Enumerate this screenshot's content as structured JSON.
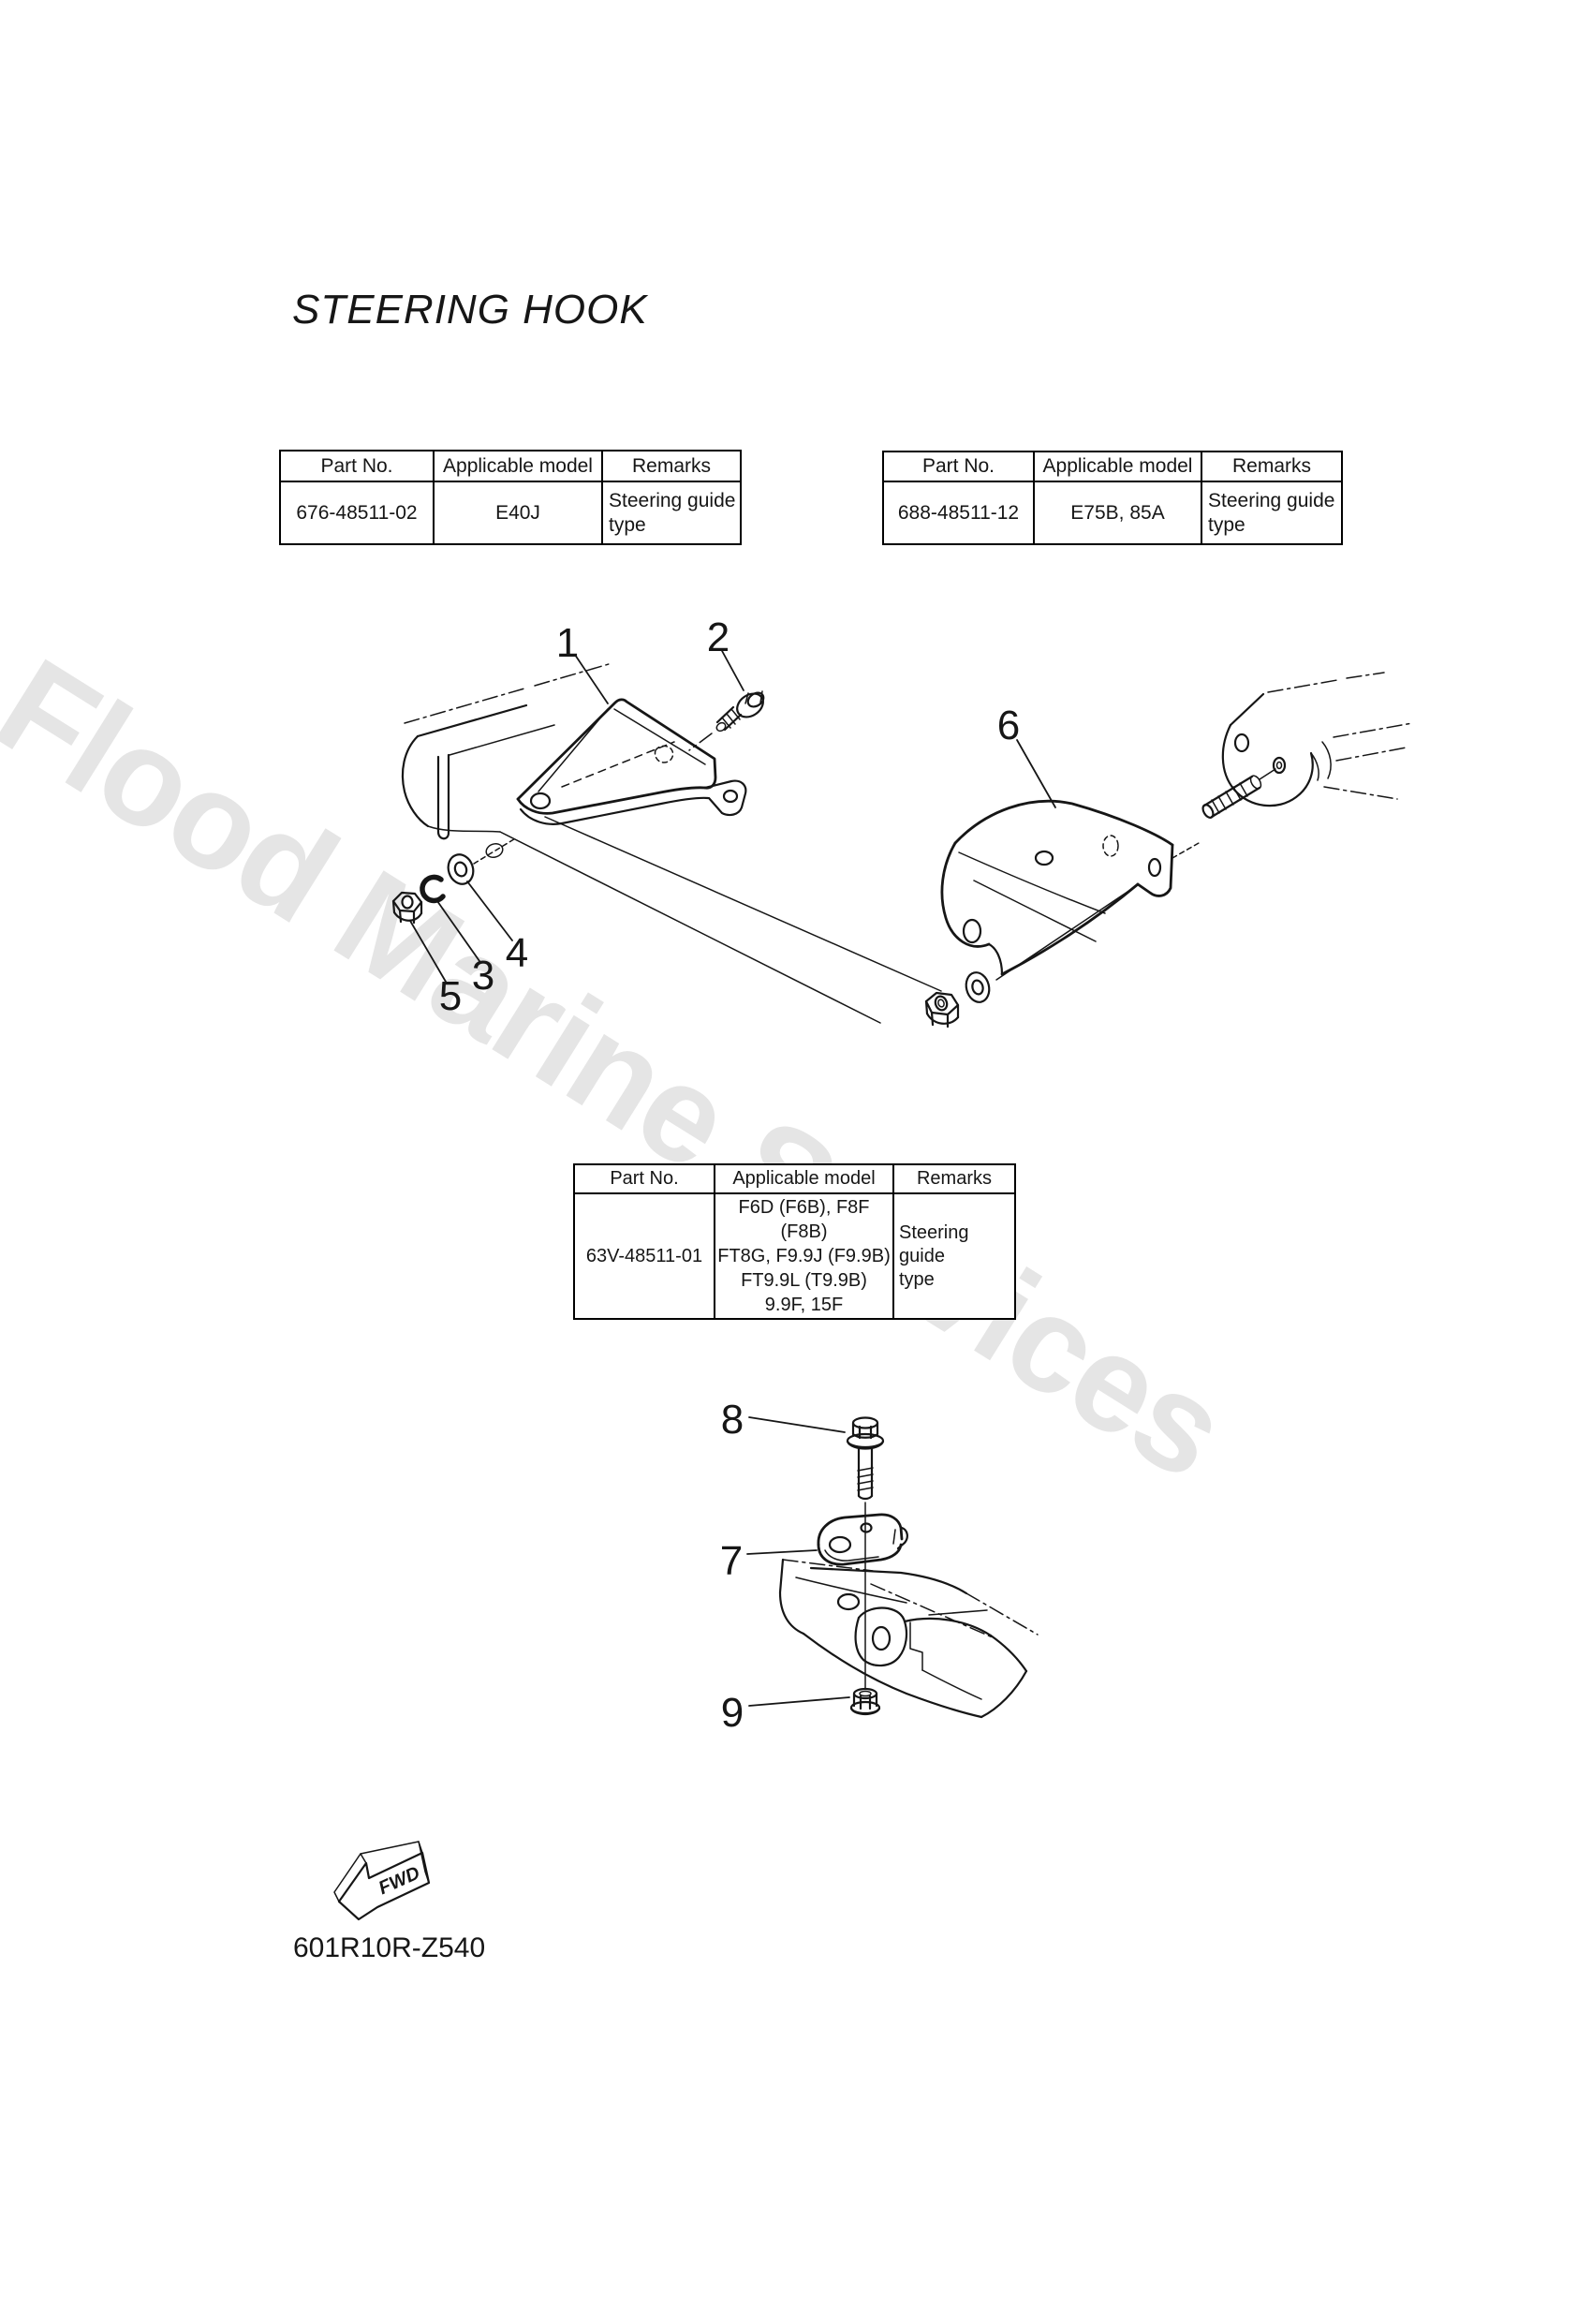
{
  "title": "STEERING HOOK",
  "watermark": {
    "text": "Flood Marine Services"
  },
  "colors": {
    "ink": "#161616",
    "watermark": "#e5e5e5",
    "table_border": "#000000",
    "background": "#ffffff"
  },
  "tables": [
    {
      "name": "table-e40j",
      "headers": [
        "Part No.",
        "Applicable model",
        "Remarks"
      ],
      "row": {
        "part_no": "676-48511-02",
        "model_lines": [
          "E40J"
        ],
        "remarks_lines": [
          "Steering guide",
          "type"
        ]
      }
    },
    {
      "name": "table-e75b-85a",
      "headers": [
        "Part No.",
        "Applicable model",
        "Remarks"
      ],
      "row": {
        "part_no": "688-48511-12",
        "model_lines": [
          "E75B, 85A"
        ],
        "remarks_lines": [
          "Steering guide",
          "type"
        ]
      }
    },
    {
      "name": "table-f-series",
      "headers": [
        "Part No.",
        "Applicable model",
        "Remarks"
      ],
      "row": {
        "part_no": "63V-48511-01",
        "model_lines": [
          "F6D (F6B), F8F (F8B)",
          "FT8G, F9.9J (F9.9B)",
          "FT9.9L (T9.9B)",
          "9.9F, 15F"
        ],
        "remarks_lines": [
          "Steering guide",
          "type"
        ]
      }
    }
  ],
  "callouts": [
    "1",
    "2",
    "3",
    "4",
    "5",
    "6",
    "7",
    "8",
    "9"
  ],
  "fwd_marker": {
    "label": "FWD"
  },
  "footer": {
    "document_code": "601R10R-Z540"
  }
}
